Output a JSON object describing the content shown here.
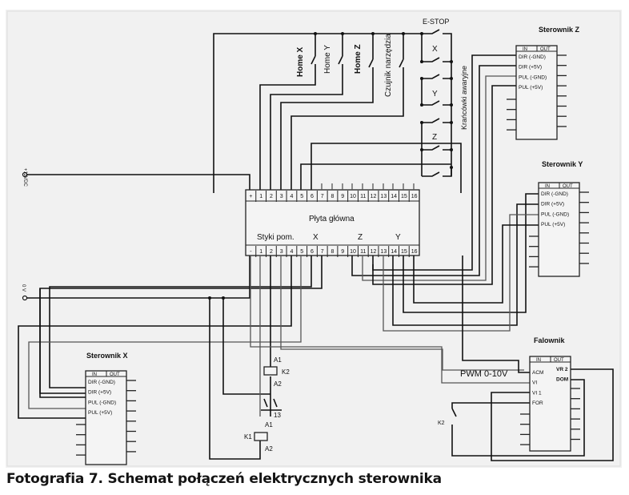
{
  "caption": "Fotografia 7. Schemat połączeń elektrycznych sterownika",
  "power": {
    "plus": "+12VDC",
    "minus": "0 V"
  },
  "switches": {
    "home_x": "Home X",
    "home_y": "Home Y",
    "home_z": "Home Z",
    "tool_sensor": "Czujnik narzędzia",
    "estop": "E-STOP",
    "limit_label": "Krańcówki awaryjne",
    "axis_x": "X",
    "axis_y": "Y",
    "axis_z": "Z"
  },
  "main_board": {
    "title": "Płyta główna",
    "top_pins": [
      "+",
      "1",
      "2",
      "3",
      "4",
      "5",
      "6",
      "7",
      "8",
      "9",
      "10",
      "11",
      "12",
      "13",
      "14",
      "15",
      "16"
    ],
    "bottom_pins": [
      "-",
      "1",
      "2",
      "3",
      "4",
      "5",
      "6",
      "7",
      "8",
      "9",
      "10",
      "11",
      "12",
      "13",
      "14",
      "15",
      "16"
    ],
    "groups": {
      "aux": "Styki pom.",
      "x": "X",
      "z": "Z",
      "y": "Y"
    }
  },
  "drivers": [
    {
      "id": "z",
      "title": "Sterownik Z",
      "in": "IN",
      "out": "OUT",
      "pins": [
        "DIR (-GND)",
        "DIR (+5V)",
        "PUL (-GND)",
        "PUL (+5V)"
      ]
    },
    {
      "id": "y",
      "title": "Sterownik Y",
      "in": "IN",
      "out": "OUT",
      "pins": [
        "DIR (-GND)",
        "DIR (+5V)",
        "PUL (-GND)",
        "PUL (+5V)"
      ]
    },
    {
      "id": "x",
      "title": "Sterownik X",
      "in": "IN",
      "out": "OUT",
      "pins": [
        "DIR (-GND)",
        "DIR (+5V)",
        "PUL (-GND)",
        "PUL (+5V)"
      ]
    }
  ],
  "inverter": {
    "title": "Falownik",
    "in": "IN",
    "out": "OUT",
    "in_pins": [
      "ACM",
      "VI",
      "VI 1",
      "FOR"
    ],
    "out_pins": [
      "VR 2",
      "DOM"
    ],
    "pwm_label": "PWM 0-10V"
  },
  "relays": {
    "k1": "K1",
    "k2": "K2",
    "k2_switch": "K2",
    "a1": "A1",
    "a2": "A2",
    "contact": "13"
  }
}
